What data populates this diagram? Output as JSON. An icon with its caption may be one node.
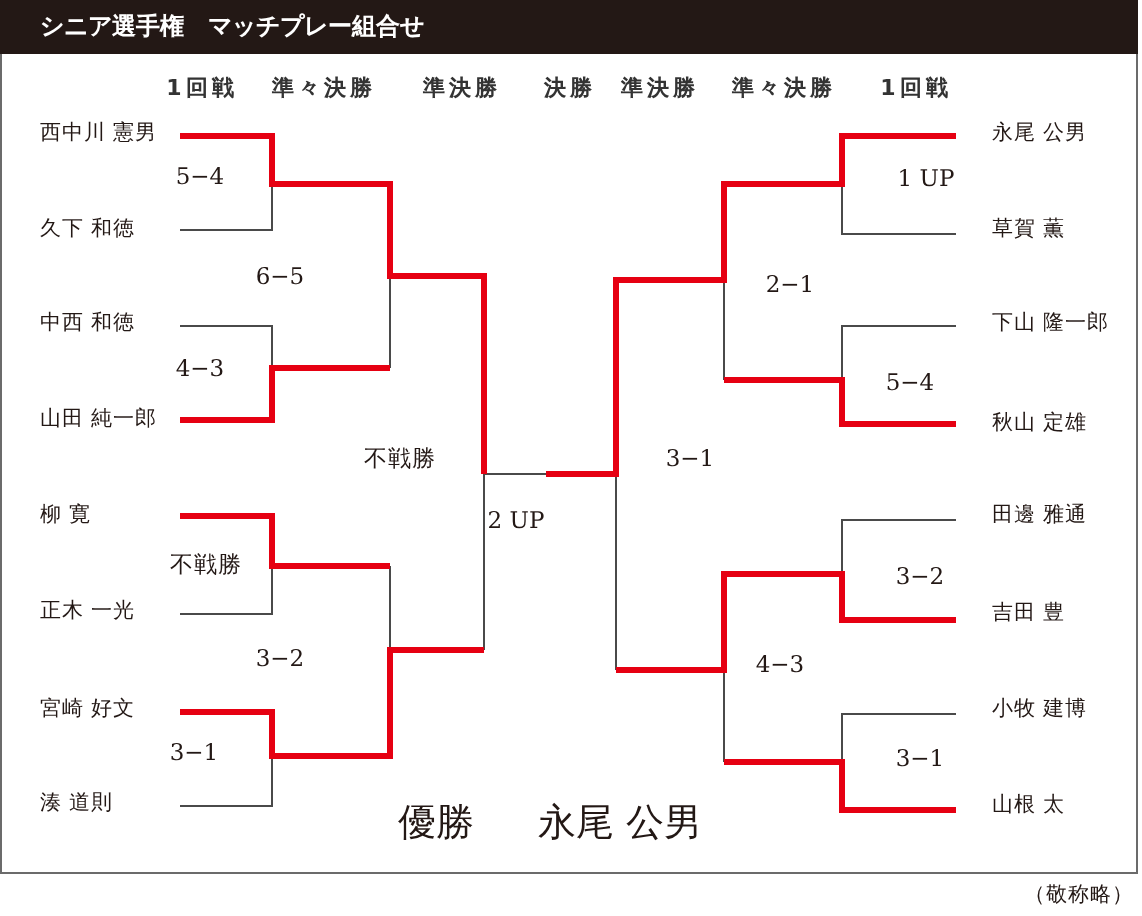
{
  "diagram": {
    "title": "シニア選手権　マッチプレー組合せ",
    "labels": [
      "1回戦",
      "準々決勝",
      "準決勝",
      "決勝",
      "準決勝",
      "準々決勝",
      "1回戦",
      "西中川 憲男",
      "永尾 公男",
      "5−4",
      "1 UP",
      "久下 和徳",
      "草賀 薫",
      "6−5",
      "2−1",
      "中西 和徳",
      "下山 隆一郎",
      "4−3",
      "5−4",
      "山田 純一郎",
      "秋山 定雄",
      "不戦勝",
      "3−1",
      "柳 寛",
      "2 UP",
      "田邊 雅通",
      "不戦勝",
      "3−2",
      "正木 一光",
      "吉田 豊",
      "3−2",
      "4−3",
      "宮崎 好文",
      "小牧 建博",
      "3−1",
      "3−1",
      "湊 道則",
      "山根 太",
      "優勝",
      "永尾 公男",
      "（敬称略）"
    ]
  }
}
